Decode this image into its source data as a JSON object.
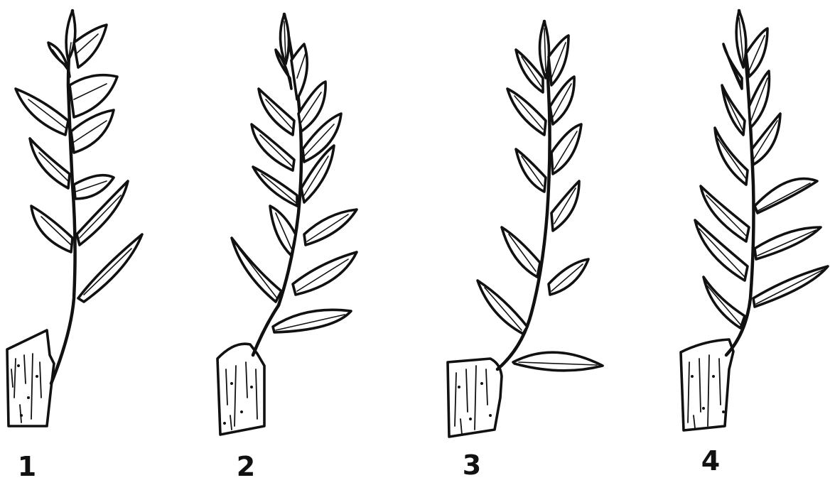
{
  "figures": [
    {
      "label": "1"
    },
    {
      "label": "2"
    },
    {
      "label": "3"
    },
    {
      "label": "4"
    }
  ],
  "colors": {
    "ink": "#111111",
    "paper": "#ffffff"
  }
}
